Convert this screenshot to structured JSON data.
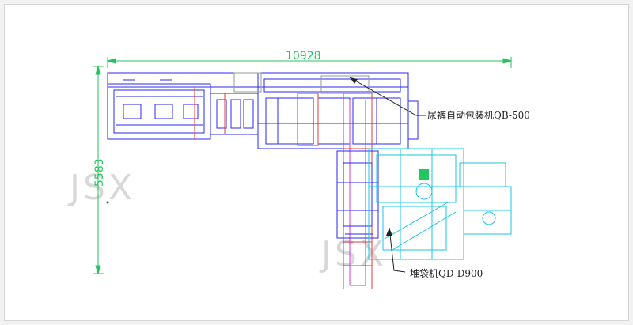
{
  "dimensions": {
    "width": "10928",
    "height": "5583"
  },
  "labels": {
    "packer": "尿裤自动包装机QB-500",
    "bagger": "堆袋机QD-D900"
  },
  "watermarks": {
    "left": "JSX",
    "center": "JSX"
  },
  "colors": {
    "background": "#ffffff",
    "blue_lines": "#2a2af0",
    "cyan_lines": "#19c3e6",
    "dim_green": "#22c55e",
    "red_lines": "#e23b3b",
    "magenta_lines": "#d03bd0",
    "leader": "#222222",
    "watermark": "#d8d8d8"
  }
}
